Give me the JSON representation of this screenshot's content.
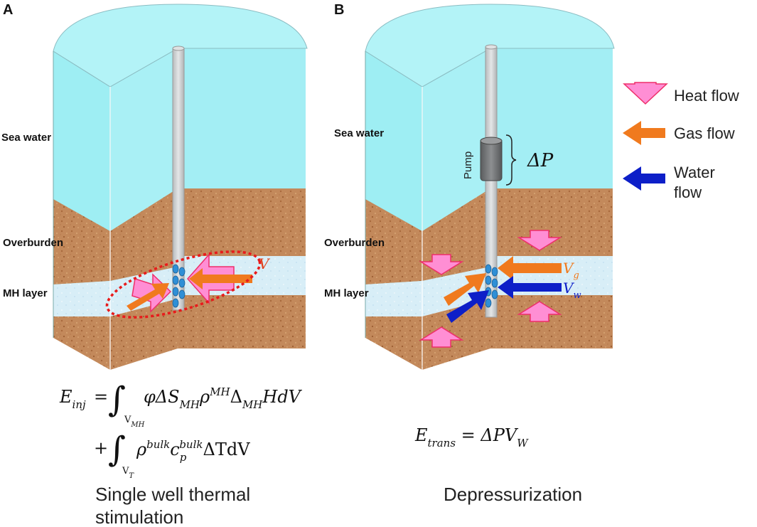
{
  "panels": [
    {
      "letter": "A",
      "labels": {
        "sea_water": "Sea water",
        "overburden": "Overburden",
        "mh_layer": "MH layer"
      },
      "velocity_label": "V",
      "caption": [
        "Single well thermal",
        "stimulation"
      ]
    },
    {
      "letter": "B",
      "labels": {
        "sea_water": "Sea water",
        "overburden": "Overburden",
        "mh_layer": "MH layer"
      },
      "pump_label": "Pump",
      "pressure_label": "ΔP",
      "gas_velocity_label": {
        "base": "V",
        "sub": "g"
      },
      "water_velocity_label": {
        "base": "V",
        "sub": "w"
      },
      "caption": [
        "Depressurization"
      ]
    }
  ],
  "legend": {
    "items": [
      {
        "text": "Heat flow",
        "icon": "pink-down-arrow-icon"
      },
      {
        "text": "Gas flow",
        "icon": "orange-left-arrow-icon"
      },
      {
        "text": "Water flow",
        "icon": "blue-left-arrow-icon",
        "lines": [
          "Water",
          "flow"
        ]
      }
    ]
  },
  "equations": {
    "injection": {
      "lhs": "E",
      "lhs_sub": "inj",
      "line1": {
        "lim": "V",
        "lim_sub": "MH",
        "body": "φΔS",
        "s1": "MH",
        "rho": "ρ",
        "sup1": "MH",
        "delta": "Δ",
        "s2": "MH",
        "tail": "HdV"
      },
      "line2": {
        "lim": "V",
        "lim_sub": "T",
        "rho": "ρ",
        "sup1": "bulk",
        "c": "c",
        "c_sub": "p",
        "c_sup": "bulk",
        "tail": "ΔTdV"
      }
    },
    "transport": {
      "lhs": "E",
      "lhs_sub": "trans",
      "rhs": "ΔPV",
      "rhs_sub": "W"
    }
  },
  "colors": {
    "sea_top": "#aef1f5",
    "sea_side": "#8ee8ef",
    "sediment": "#c48a5c",
    "mh_layer": "#d6ecf6",
    "heat_arrow": "#ff8ed4",
    "heat_arrow_stroke": "#ee2f6a",
    "gas_arrow": "#f07a1e",
    "water_arrow": "#0d1fc8",
    "dashed_ellipse": "#e81b1b",
    "well": "#cfd2d4",
    "pump": "#707274"
  }
}
